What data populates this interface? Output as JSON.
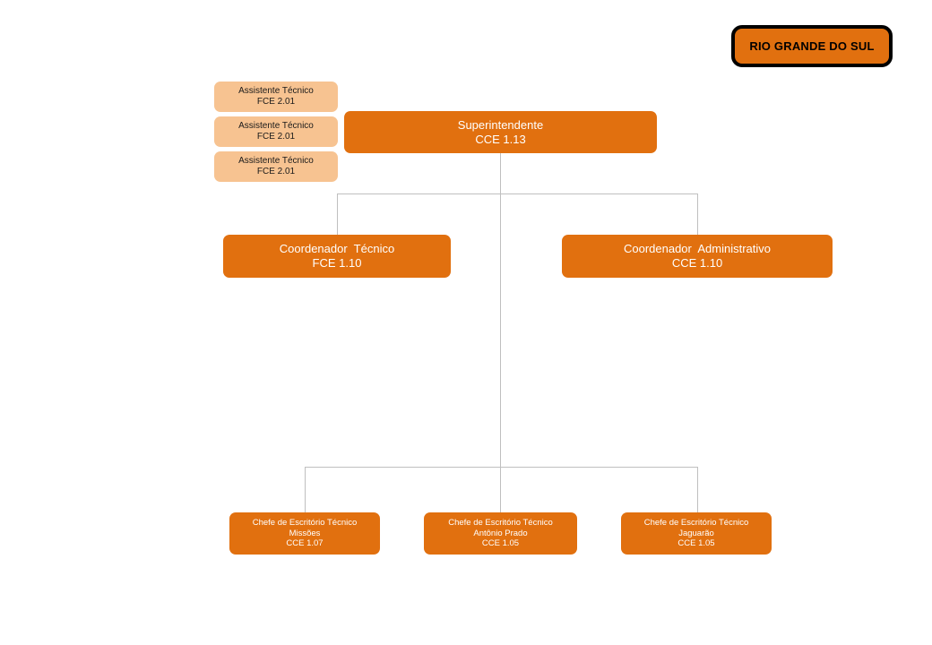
{
  "chart_data": {
    "type": "diagram",
    "title": "RIO GRANDE DO SUL",
    "diagram_kind": "organizational-chart",
    "orientation": "top-down",
    "node_count": 9,
    "levels": [
      [
        "Superintendente"
      ],
      [
        "Coordenador  Técnico",
        "Coordenador  Administrativo"
      ],
      [
        "Chefe de Escritório Técnico Missões",
        "Chefe de Escritório Técnico Antônio Prado",
        "Chefe de Escritório Técnico Jaguarão"
      ]
    ],
    "staff_nodes": [
      "Assistente Técnico",
      "Assistente Técnico",
      "Assistente Técnico"
    ]
  },
  "header": {
    "state_title": "RIO GRANDE DO SUL"
  },
  "colors": {
    "primary_fill": "#E1700F",
    "light_fill": "#F7C391",
    "connector": "#bfbfbf",
    "plaque_border": "#000000",
    "primary_text": "#ffffff",
    "light_text": "#1a1a1a",
    "background": "#ffffff"
  },
  "staff": {
    "assistants": [
      {
        "title": "Assistente Técnico",
        "code": "FCE 2.01"
      },
      {
        "title": "Assistente Técnico",
        "code": "FCE 2.01"
      },
      {
        "title": "Assistente Técnico",
        "code": "FCE 2.01"
      }
    ]
  },
  "hierarchy": {
    "superintendente": {
      "title": "Superintendente",
      "code": "CCE 1.13"
    },
    "coordinators": [
      {
        "title": "Coordenador  Técnico",
        "code": "FCE 1.10"
      },
      {
        "title": "Coordenador  Administrativo",
        "code": "CCE 1.10"
      }
    ],
    "offices": [
      {
        "title": "Chefe de Escritório Técnico",
        "location": "Missões",
        "code": "CCE 1.07"
      },
      {
        "title": "Chefe de Escritório Técnico",
        "location": "Antônio Prado",
        "code": "CCE 1.05"
      },
      {
        "title": "Chefe de Escritório Técnico",
        "location": "Jaguarão",
        "code": "CCE 1.05"
      }
    ]
  }
}
